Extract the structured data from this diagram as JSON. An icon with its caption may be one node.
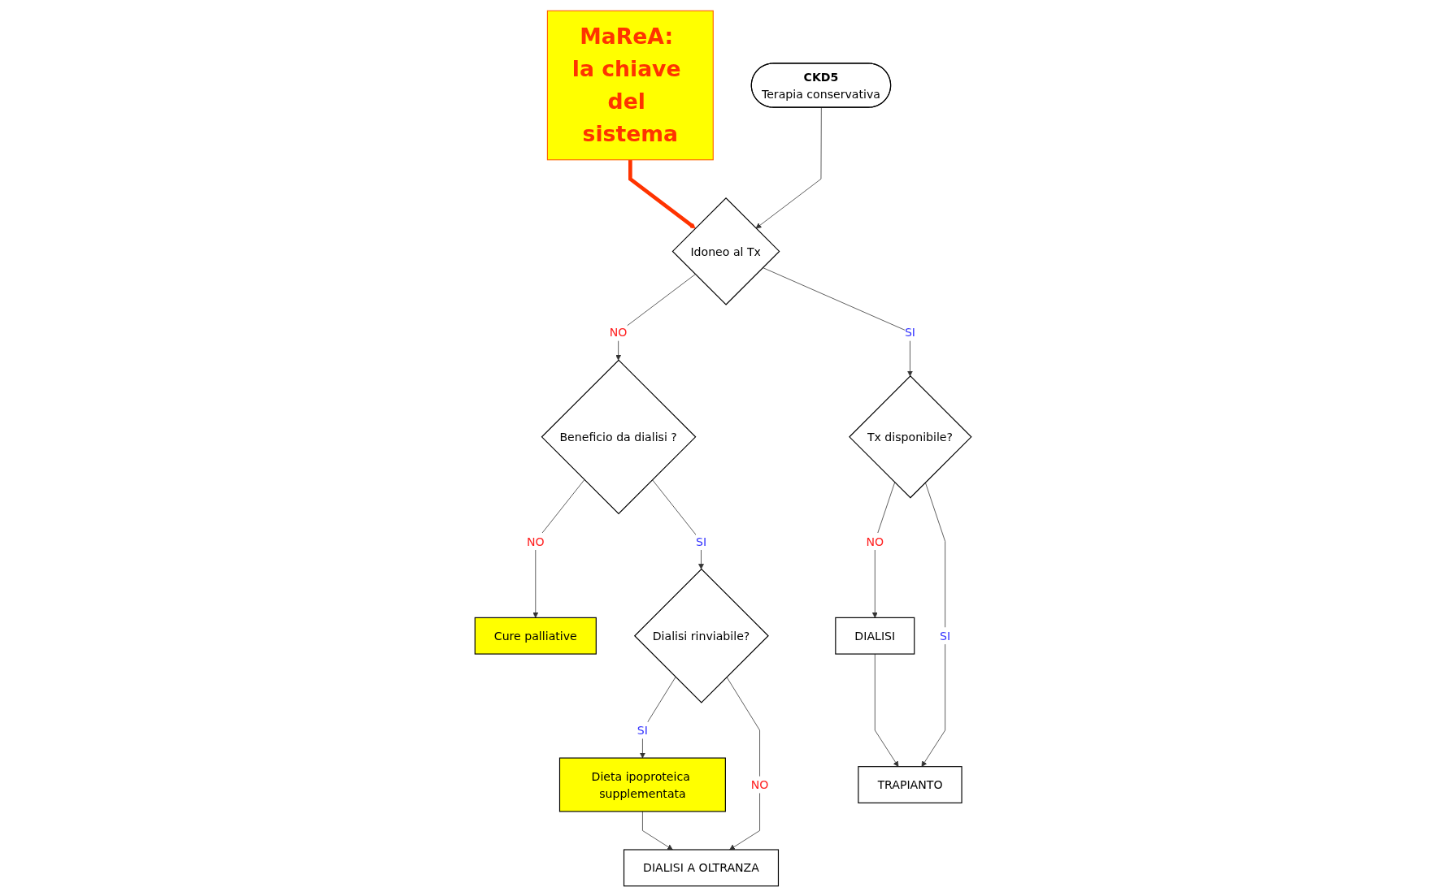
{
  "diagram": {
    "nodes": [
      {
        "text": [
          "MaReA: la chiave del sistema"
        ]
      },
      {
        "text": [
          "CKD5",
          "Terapia conservativa"
        ]
      },
      {
        "text": [
          "Idoneo al Tx"
        ]
      },
      {
        "text": [
          "Beneficio da dialisi ?"
        ]
      },
      {
        "text": [
          "Tx disponibile?"
        ]
      },
      {
        "text": [
          "Cure palliative"
        ]
      },
      {
        "text": [
          "Dialisi rinviabile?"
        ]
      },
      {
        "text": [
          "DIALISI"
        ]
      },
      {
        "text": [
          "TRAPIANTO"
        ]
      },
      {
        "text": [
          "Dieta ipoproteica supplementata"
        ]
      },
      {
        "text": [
          "DIALISI A OLTRANZA"
        ]
      }
    ],
    "edges": [
      {
        "from": 0,
        "to": 2,
        "arrow": "to",
        "style": "thick",
        "color": "#ff3300"
      },
      {
        "from": 1,
        "to": 2,
        "arrow": "to"
      },
      {
        "from": 2,
        "to": 3,
        "arrow": "to",
        "label": "NO"
      },
      {
        "from": 2,
        "to": 4,
        "arrow": "to",
        "label": "SI"
      },
      {
        "from": 3,
        "to": 5,
        "arrow": "to",
        "label": "NO"
      },
      {
        "from": 3,
        "to": 6,
        "arrow": "to",
        "label": "SI"
      },
      {
        "from": 4,
        "to": 7,
        "arrow": "to",
        "label": "NO"
      },
      {
        "from": 4,
        "to": 8,
        "arrow": "to",
        "label": "SI"
      },
      {
        "from": 6,
        "to": 9,
        "arrow": "to",
        "label": "SI"
      },
      {
        "from": 6,
        "to": 10,
        "arrow": "to",
        "label": "NO"
      },
      {
        "from": 7,
        "to": 8,
        "arrow": "to"
      },
      {
        "from": 9,
        "to": 10,
        "arrow": "to"
      }
    ]
  }
}
